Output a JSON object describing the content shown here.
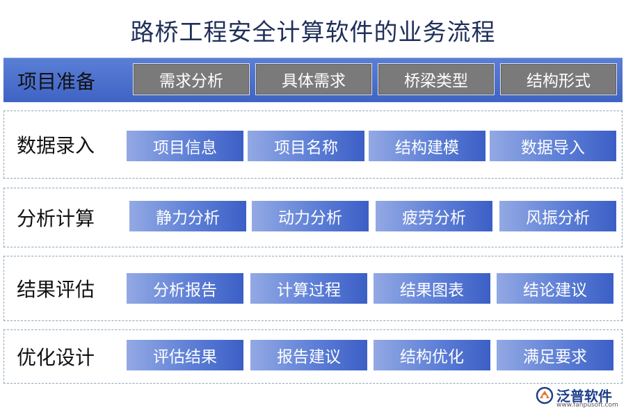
{
  "title": "路桥工程安全计算软件的业务流程",
  "rows": [
    {
      "label": "项目准备",
      "items": [
        "需求分析",
        "具体需求",
        "桥梁类型",
        "结构形式"
      ]
    },
    {
      "label": "数据录入",
      "items": [
        "项目信息",
        "项目名称",
        "结构建模",
        "数据导入"
      ]
    },
    {
      "label": "分析计算",
      "items": [
        "静力分析",
        "动力分析",
        "疲劳分析",
        "风振分析"
      ]
    },
    {
      "label": "结果评估",
      "items": [
        "分析报告",
        "计算过程",
        "结果图表",
        "结论建议"
      ]
    },
    {
      "label": "优化设计",
      "items": [
        "评估结果",
        "报告建议",
        "结构优化",
        "满足要求"
      ]
    }
  ],
  "logo": {
    "name": "泛普软件",
    "url": "www.fanpusoft.com",
    "icon": "fanpu-logo-icon"
  },
  "colors": {
    "title": "#1f2f5a",
    "header_band": "#4a6fcc",
    "header_box": "#7a7a7a",
    "step_box_start": "#93a9e4",
    "step_box_end": "#3c5fc6",
    "dashed_border": "#8fa3b8"
  }
}
